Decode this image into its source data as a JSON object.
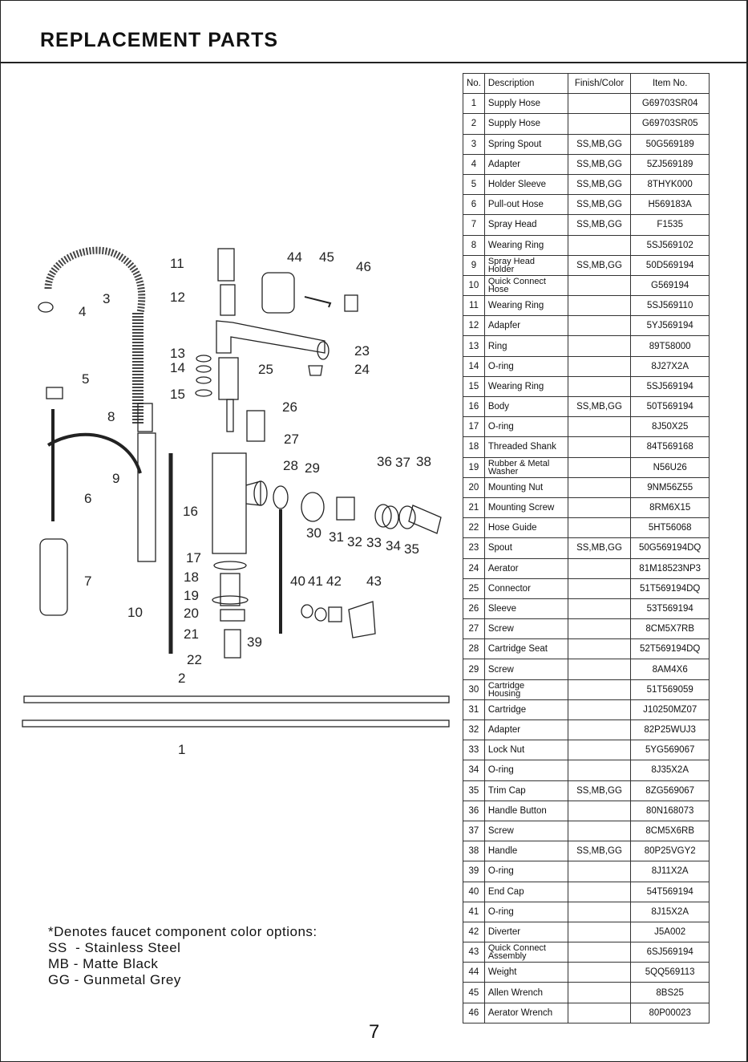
{
  "header": {
    "title": "REPLACEMENT PARTS"
  },
  "table": {
    "columns": [
      "No.",
      "Description",
      "Finish/Color",
      "Item No."
    ],
    "rows": [
      [
        "1",
        "Supply Hose",
        "",
        "G69703SR04"
      ],
      [
        "2",
        "Supply Hose",
        "",
        "G69703SR05"
      ],
      [
        "3",
        "Spring Spout",
        "SS,MB,GG",
        "50G569189"
      ],
      [
        "4",
        "Adapter",
        "SS,MB,GG",
        "5ZJ569189"
      ],
      [
        "5",
        "Holder Sleeve",
        "SS,MB,GG",
        "8THYK000"
      ],
      [
        "6",
        "Pull-out Hose",
        "SS,MB,GG",
        "H569183A"
      ],
      [
        "7",
        "Spray Head",
        "SS,MB,GG",
        "F1535"
      ],
      [
        "8",
        "Wearing Ring",
        "",
        "5SJ569102"
      ],
      [
        "9",
        "Spray Head Holder",
        "SS,MB,GG",
        "50D569194"
      ],
      [
        "10",
        "Quick Connect Hose",
        "",
        "G569194"
      ],
      [
        "11",
        "Wearing Ring",
        "",
        "5SJ569110"
      ],
      [
        "12",
        "Adapfer",
        "",
        "5YJ569194"
      ],
      [
        "13",
        "Ring",
        "",
        "89T58000"
      ],
      [
        "14",
        "O-ring",
        "",
        "8J27X2A"
      ],
      [
        "15",
        "Wearing Ring",
        "",
        "5SJ569194"
      ],
      [
        "16",
        "Body",
        "SS,MB,GG",
        "50T569194"
      ],
      [
        "17",
        "O-ring",
        "",
        "8J50X25"
      ],
      [
        "18",
        "Threaded Shank",
        "",
        "84T569168"
      ],
      [
        "19",
        "Rubber & Metal Washer",
        "",
        "N56U26"
      ],
      [
        "20",
        "Mounting Nut",
        "",
        "9NM56Z55"
      ],
      [
        "21",
        "Mounting Screw",
        "",
        "8RM6X15"
      ],
      [
        "22",
        "Hose Guide",
        "",
        "5HT56068"
      ],
      [
        "23",
        "Spout",
        "SS,MB,GG",
        "50G569194DQ"
      ],
      [
        "24",
        "Aerator",
        "",
        "81M18523NP3"
      ],
      [
        "25",
        "Connector",
        "",
        "51T569194DQ"
      ],
      [
        "26",
        "Sleeve",
        "",
        "53T569194"
      ],
      [
        "27",
        "Screw",
        "",
        "8CM5X7RB"
      ],
      [
        "28",
        "Cartridge Seat",
        "",
        "52T569194DQ"
      ],
      [
        "29",
        "Screw",
        "",
        "8AM4X6"
      ],
      [
        "30",
        "Cartridge Housing",
        "",
        "51T569059"
      ],
      [
        "31",
        "Cartridge",
        "",
        "J10250MZ07"
      ],
      [
        "32",
        "Adapter",
        "",
        "82P25WUJ3"
      ],
      [
        "33",
        "Lock Nut",
        "",
        "5YG569067"
      ],
      [
        "34",
        "O-ring",
        "",
        "8J35X2A"
      ],
      [
        "35",
        "Trim Cap",
        "SS,MB,GG",
        "8ZG569067"
      ],
      [
        "36",
        "Handle Button",
        "",
        "80N168073"
      ],
      [
        "37",
        "Screw",
        "",
        "8CM5X6RB"
      ],
      [
        "38",
        "Handle",
        "SS,MB,GG",
        "80P25VGY2"
      ],
      [
        "39",
        "O-ring",
        "",
        "8J11X2A"
      ],
      [
        "40",
        "End Cap",
        "",
        "54T569194"
      ],
      [
        "41",
        "O-ring",
        "",
        "8J15X2A"
      ],
      [
        "42",
        "Diverter",
        "",
        "J5A002"
      ],
      [
        "43",
        "Quick Connect Assembly",
        "",
        "6SJ569194"
      ],
      [
        "44",
        "Weight",
        "",
        "5QQ569113"
      ],
      [
        "45",
        "Allen Wrench",
        "",
        "8BS25"
      ],
      [
        "46",
        "Aerator Wrench",
        "",
        "80P00023"
      ]
    ]
  },
  "diagram": {
    "callouts": [
      "1",
      "2",
      "3",
      "4",
      "5",
      "6",
      "7",
      "8",
      "9",
      "10",
      "11",
      "12",
      "13",
      "14",
      "15",
      "16",
      "17",
      "18",
      "19",
      "20",
      "21",
      "22",
      "23",
      "24",
      "25",
      "26",
      "27",
      "28",
      "29",
      "30",
      "31",
      "32",
      "33",
      "34",
      "35",
      "36",
      "37",
      "38",
      "39",
      "40",
      "41",
      "42",
      "43",
      "44",
      "45",
      "46"
    ]
  },
  "legend": {
    "heading": "*Denotes faucet component color options:",
    "items": [
      "SS  - Stainless Steel",
      "MB - Matte Black",
      "GG - Gunmetal Grey"
    ]
  },
  "page_number": "7"
}
